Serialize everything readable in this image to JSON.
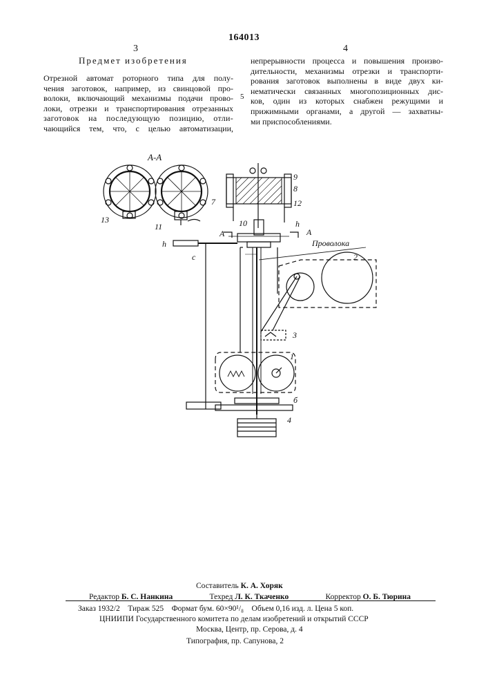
{
  "patent_number": "164013",
  "columns": {
    "left_number": "3",
    "right_number": "4",
    "line_marker": "5"
  },
  "heading": "Предмет изобретения",
  "left_lines": [
    "Отрезной автомат роторного типа для полу-",
    "чения заготовок, например, из свинцовой про-",
    "волоки, включающий механизмы подачи прово-",
    "локи, отрезки и транспортирования отрезанных",
    "заготовок на последующую позицию, отли-",
    "чающийся тем, что, с целью автоматизации,"
  ],
  "right_lines": [
    "непрерывности процесса и повышения произво-",
    "дительности, механизмы отрезки и транспорти-",
    "рования заготовок выполнены в виде двух ки-",
    "нематически связанных многопозиционных дис-",
    "ков, один из которых снабжен режущими и",
    "прижимными органами, а другой — захватны-",
    "ми приспособлениями."
  ],
  "drawing": {
    "section_label": "А-А",
    "wire_label": "Проволока",
    "labels": {
      "n1": "1",
      "n2": "2",
      "n3": "3",
      "n4": "4",
      "n6": "б",
      "n7": "7",
      "n8": "8",
      "n9": "9",
      "n10": "10",
      "n11": "11",
      "n12": "12",
      "n13": "13",
      "A1": "А",
      "A2": "А",
      "h1": "h",
      "h2": "h",
      "c": "с"
    }
  },
  "footer": {
    "compiler_label": "Составитель",
    "compiler_name": "К. А. Хоряк",
    "editor_label": "Редактор",
    "editor_name": "Б. С. Нанкина",
    "techred_label": "Техред",
    "techred_name": "Л. К. Ткаченко",
    "corrector_label": "Корректор",
    "corrector_name": "О. Б. Тюрина",
    "order_line": "Заказ 1932/2    Тираж 525    Формат бум. 60×90¹/₈    Объем 0,16 изд. л. Цена 5 коп.",
    "org_line": "ЦНИИПИ Государственного комитета по делам изобретений и открытий СССР",
    "address_line": "Москва, Центр, пр. Серова, д. 4",
    "printer_line": "Типография, пр. Сапунова, 2"
  }
}
